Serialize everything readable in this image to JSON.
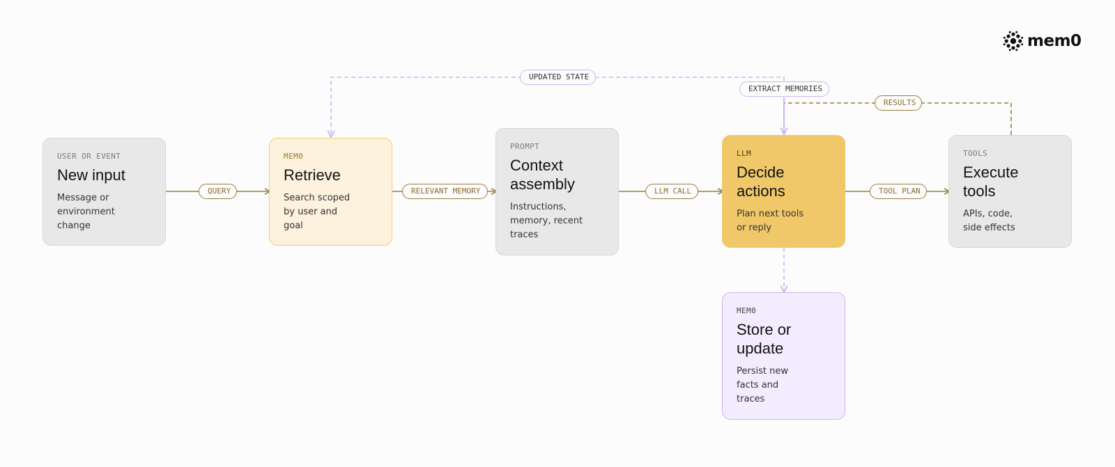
{
  "brand": {
    "logo_text": "mem0"
  },
  "colors": {
    "flow": "#9a7b3c",
    "feedback": "#cdb4f3",
    "cream_node": "#fcf2dd",
    "gold_node": "#f1c869",
    "gray_node": "#e8e8e8",
    "lavender_node": "#f3ecfe"
  },
  "nodes": {
    "input": {
      "tag": "USER OR EVENT",
      "title": "New input",
      "desc": [
        "Message or",
        "environment",
        "change"
      ]
    },
    "retrieve": {
      "tag": "MEM0",
      "title": "Retrieve",
      "desc": [
        "Search scoped",
        "by user and",
        "goal"
      ]
    },
    "prompt": {
      "tag": "PROMPT",
      "title": [
        "Context",
        "assembly"
      ],
      "desc": [
        "Instructions,",
        "memory, recent",
        "traces"
      ]
    },
    "llm": {
      "tag": "LLM",
      "title": [
        "Decide",
        "actions"
      ],
      "desc": [
        "Plan next tools",
        "or reply"
      ]
    },
    "tools": {
      "tag": "TOOLS",
      "title": [
        "Execute",
        "tools"
      ],
      "desc": [
        "APIs, code,",
        "side effects"
      ]
    },
    "store": {
      "tag": "MEM0",
      "title": [
        "Store or",
        "update"
      ],
      "desc": [
        "Persist new",
        "facts and",
        "traces"
      ]
    }
  },
  "edges": {
    "query": "QUERY",
    "relevant_memory": "RELEVANT MEMORY",
    "llm_call": "LLM CALL",
    "tool_plan": "TOOL PLAN",
    "updated_state": "UPDATED STATE",
    "extract_memories": "EXTRACT MEMORIES",
    "results": "RESULTS"
  }
}
